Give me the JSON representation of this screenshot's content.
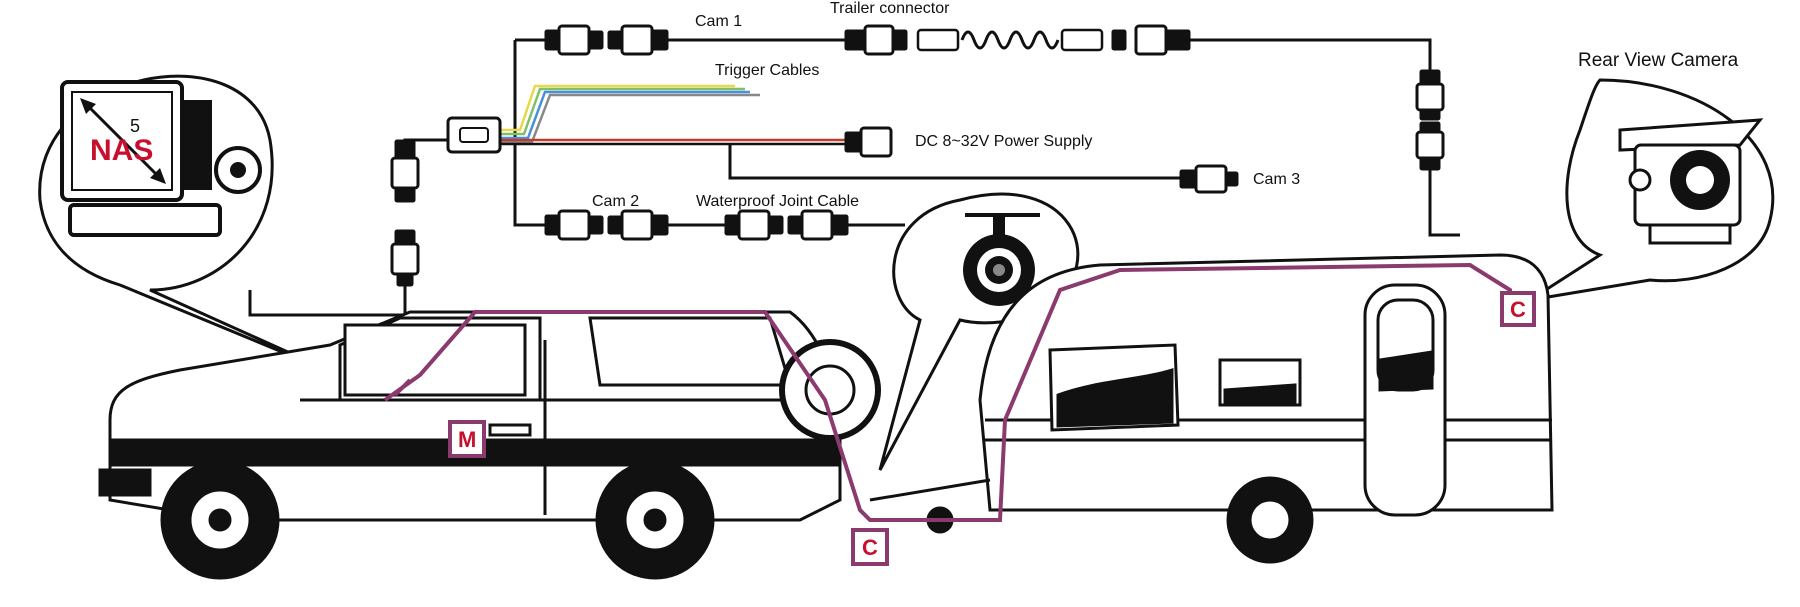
{
  "labels": {
    "cam1": "Cam 1",
    "trailer_connector": "Trailer connector",
    "trigger_cables": "Trigger Cables",
    "power_supply": "DC 8~32V Power Supply",
    "cam3": "Cam 3",
    "cam2": "Cam 2",
    "waterproof_joint": "Waterproof Joint Cable",
    "rear_view_camera": "Rear View Camera"
  },
  "monitor": {
    "brand": "NAS",
    "size": "5"
  },
  "markers": {
    "monitor": "M",
    "camera_hitch": "C",
    "camera_rear": "C"
  },
  "colors": {
    "route": "#8b3a6e",
    "marker_text": "#c8102e",
    "cable": "#111111",
    "trigger_yellow": "#e8d84a",
    "trigger_green": "#7fc06a",
    "trigger_blue": "#4a8fd8",
    "power_red": "#c0392b"
  }
}
